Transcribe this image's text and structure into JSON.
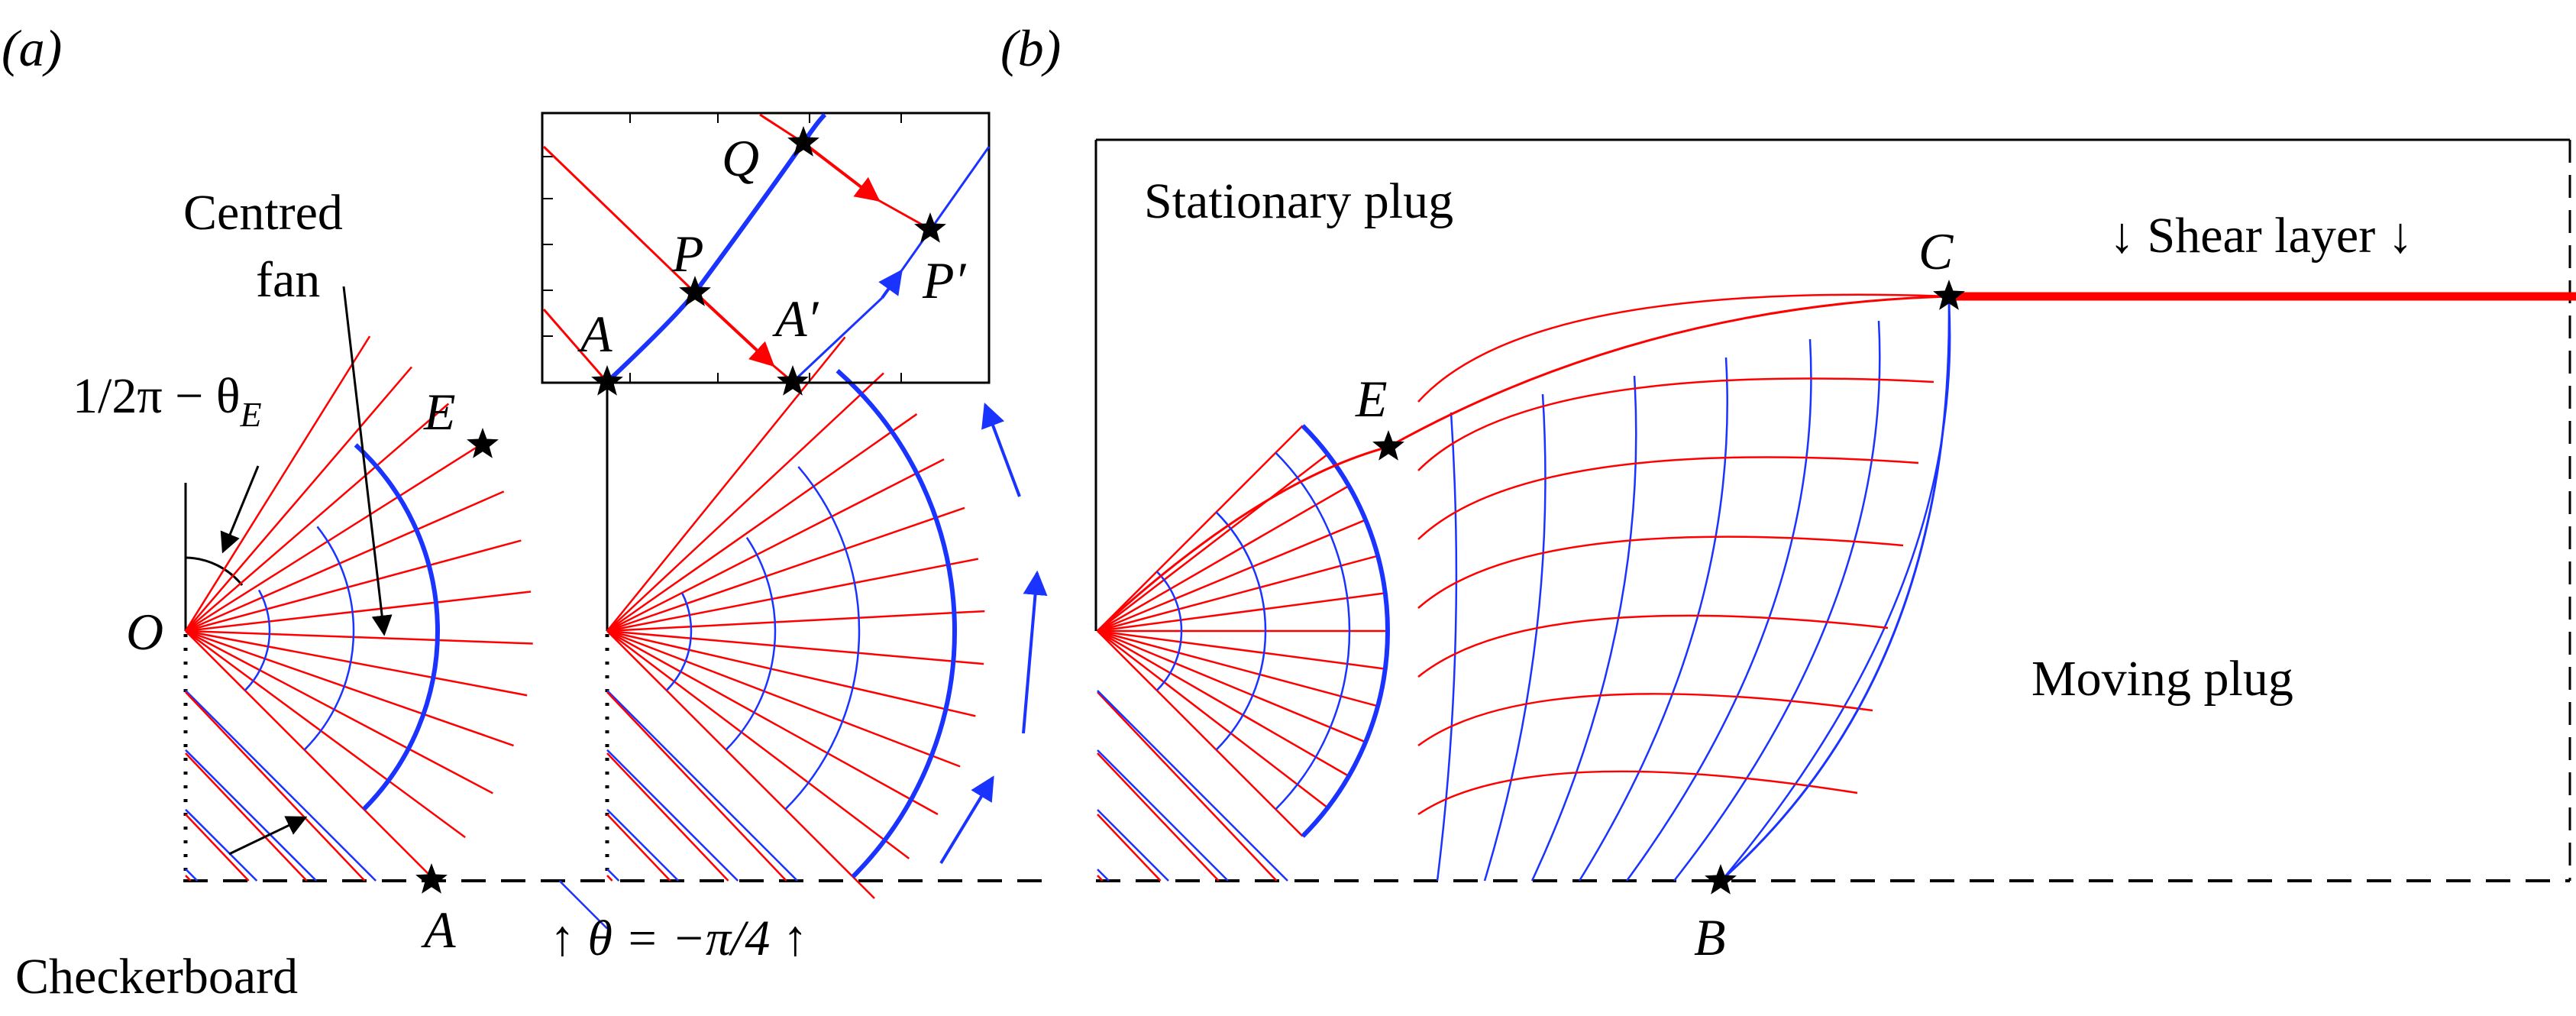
{
  "panels": {
    "a": {
      "label": "(a)",
      "fan_label_line1": "Centred",
      "fan_label_line2": "fan",
      "angle_label_prefix": "1/2π − θ",
      "angle_label_sub": "E",
      "checkerboard_label": "Checkerboard",
      "theta_label": "↑ θ = −π/4 ↑",
      "point_o": "O",
      "point_e": "E",
      "point_a": "A",
      "inset": {
        "point_q": "Q",
        "point_p": "P",
        "point_a": "A",
        "point_a_prime": "A′",
        "point_p_prime": "P′"
      }
    },
    "b": {
      "label": "(b)",
      "stationary_label": "Stationary plug",
      "moving_label": "Moving plug",
      "shear_label": "↓ Shear layer ↓",
      "point_c": "C",
      "point_e": "E",
      "point_b": "B"
    }
  },
  "colors": {
    "red_family": "#ff0000",
    "blue_family": "#1a33ff",
    "ink": "#000000"
  }
}
